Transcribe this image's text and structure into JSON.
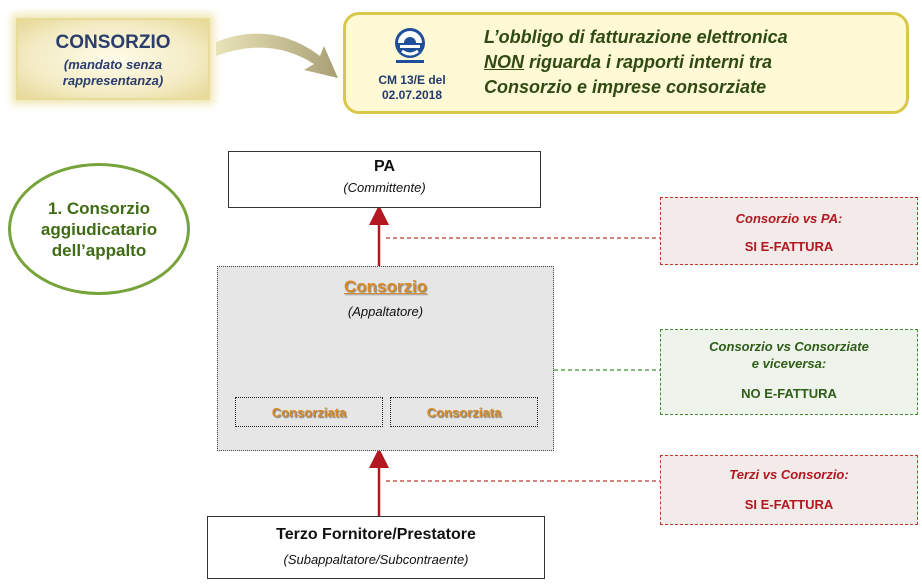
{
  "consorzio_box": {
    "title": "CONSORZIO",
    "subtitle_line1": "(mandato senza",
    "subtitle_line2": "rappresentanza)"
  },
  "notice": {
    "reference_line1": "CM 13/E del",
    "reference_line2": "02.07.2018",
    "line1": "L’obbligo di fatturazione elettronica",
    "line2_emphasis": "NON",
    "line2_rest": " riguarda i  rapporti interni tra",
    "line3": "Consorzio e imprese consorziate",
    "logo_icon": "agenzia-entrate-logo-icon"
  },
  "case_label": {
    "line1": "1. Consorzio",
    "line2": "aggiudicatario",
    "line3": "dell’appalto"
  },
  "pa_node": {
    "title": "PA",
    "subtitle": "(Committente)"
  },
  "consorzio_group": {
    "title": "Consorzio",
    "subtitle": "(Appaltatore)",
    "members": [
      "Consorziata",
      "Consorziata"
    ]
  },
  "terzo_node": {
    "title": "Terzo Fornitore/Prestatore",
    "subtitle": "(Subappaltatore/Subcontraente)"
  },
  "notes": {
    "pa": {
      "question": "Consorzio  vs PA:",
      "answer": "SI E-FATTURA"
    },
    "consorziate": {
      "question_line1": "Consorzio  vs Consorziate",
      "question_line2": "e viceversa:",
      "answer": "NO E-FATTURA"
    },
    "terzi": {
      "question": "Terzi vs Consorzio:",
      "answer": "SI  E-FATTURA"
    }
  },
  "colors": {
    "red_arrow": "#b3171f",
    "green_arrow": "#2e8b2e",
    "accent_orange": "#d98b26",
    "olive_border": "#d9c74a"
  }
}
